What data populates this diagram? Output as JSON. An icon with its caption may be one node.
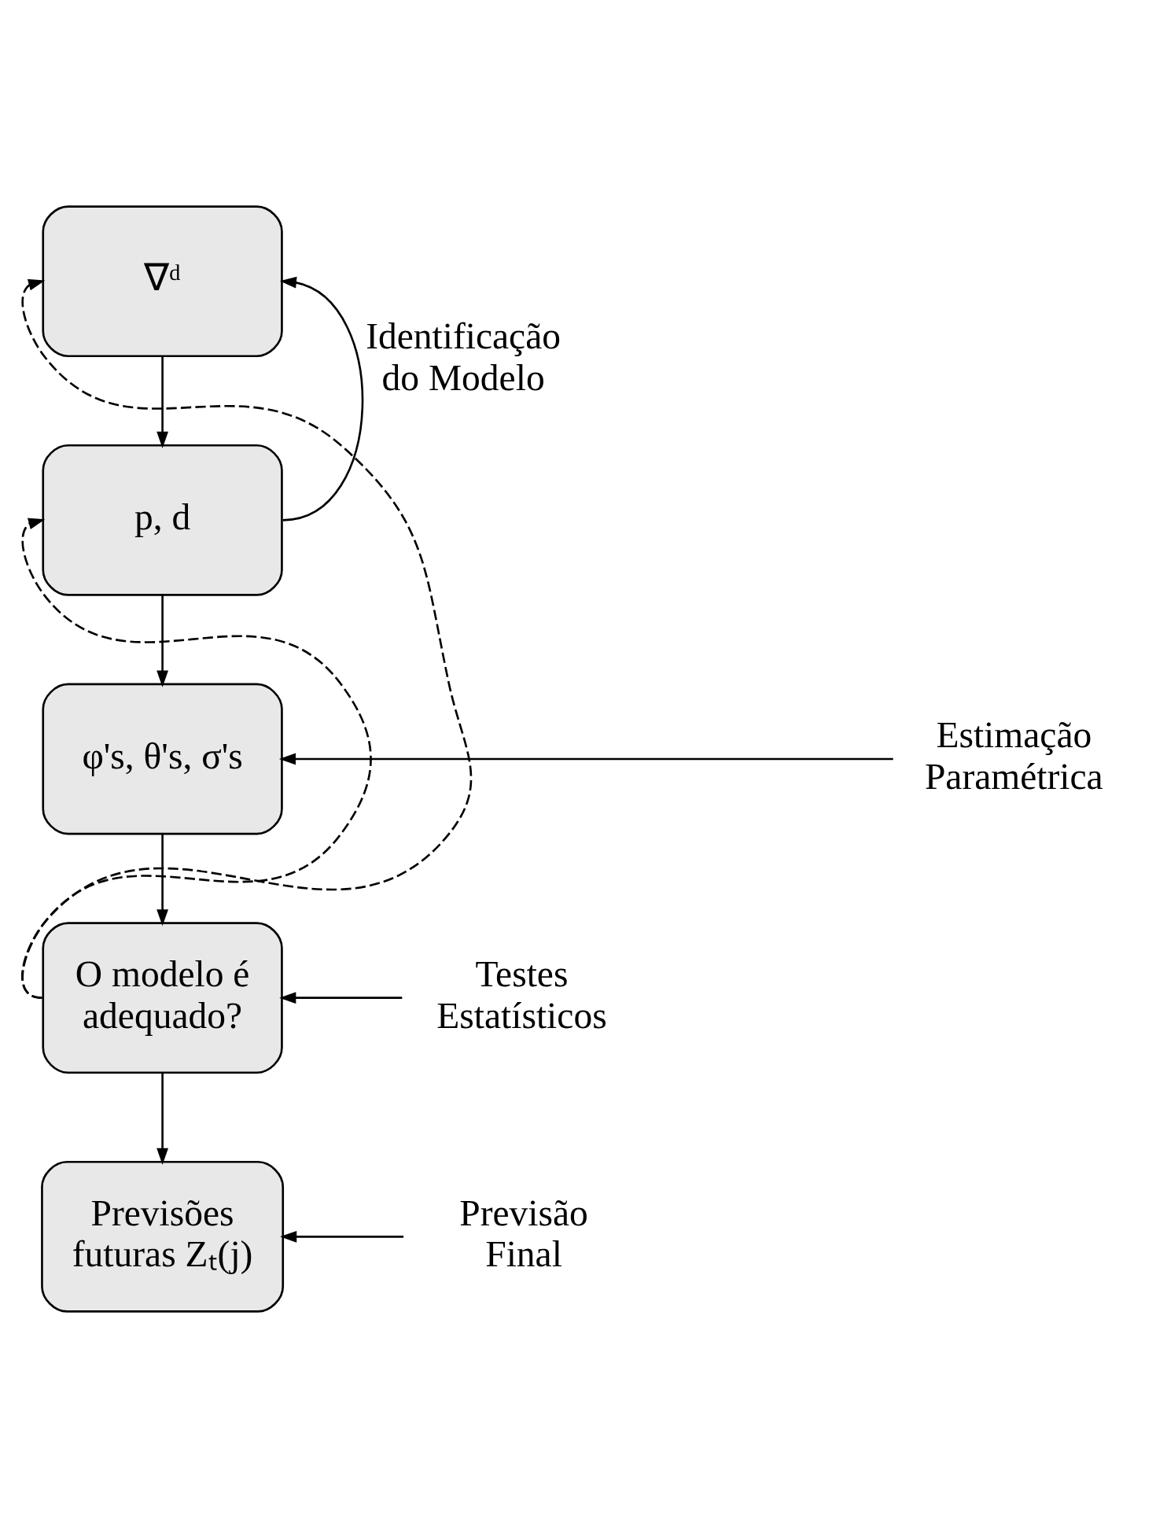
{
  "diagram": {
    "nodes": [
      {
        "text": [
          "∇ᵈ"
        ]
      },
      {
        "text": [
          "p, d"
        ]
      },
      {
        "text": [
          "φ's, θ's, σ's"
        ]
      },
      {
        "text": [
          "O modelo é adequado?"
        ]
      },
      {
        "text": [
          "Previsões futuras Zₜ(j)"
        ]
      },
      {
        "text": [
          "Estimação Paramétrica"
        ]
      },
      {
        "text": [
          "Testes Estatísticos"
        ]
      },
      {
        "text": [
          "Previsão Final"
        ]
      }
    ],
    "edges": [
      {
        "from": 0,
        "to": 1,
        "arrow": "to"
      },
      {
        "from": 1,
        "to": 2,
        "arrow": "to"
      },
      {
        "from": 2,
        "to": 3,
        "arrow": "to"
      },
      {
        "from": 3,
        "to": 4,
        "arrow": "to"
      },
      {
        "from": 1,
        "to": 0,
        "arrow": "to",
        "label": "Identificação do Modelo"
      },
      {
        "from": 3,
        "to": 0,
        "arrow": "to",
        "style": "dashed"
      },
      {
        "from": 3,
        "to": 1,
        "arrow": "to",
        "style": "dashed"
      },
      {
        "from": 5,
        "to": 2,
        "arrow": "to"
      },
      {
        "from": 6,
        "to": 3,
        "arrow": "to"
      },
      {
        "from": 7,
        "to": 4,
        "arrow": "to"
      }
    ]
  }
}
